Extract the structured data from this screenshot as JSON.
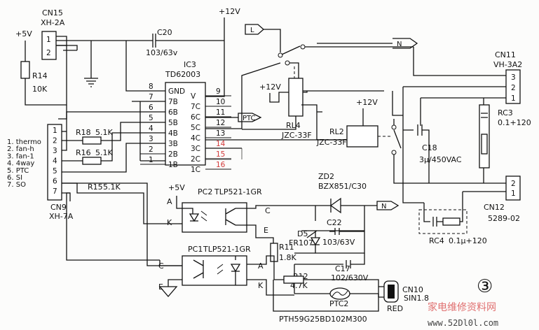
{
  "labels": {
    "cn15": "CN15",
    "cn15_type": "XH-2A",
    "plus5v_top": "+5V",
    "r14": "R14",
    "r14_val": "10K",
    "c20": "C20",
    "c20_val": "103/63v",
    "plus12v_top": "+12V",
    "ic3": "IC3",
    "ic3_part": "TD62003",
    "ic_gnd": "GND",
    "ic_v": "V",
    "ptc_tag": "PTC",
    "l_tag": "L",
    "n_tag_top": "N",
    "n_tag_bottom": "N",
    "cn11": "CN11",
    "cn11_type": "VH-3A2",
    "plus12v_rl4": "+12V",
    "rl4": "RL4",
    "rl4_part": "JZC-33F",
    "plus12v_rl2": "+12V",
    "rl2": "RL2",
    "rl2_part": "JZC-33F",
    "rc3": "RC3",
    "rc3_val": "0.1+120",
    "c18": "C18",
    "c18_val": "3μ/450VAC",
    "cn12": "CN12",
    "cn12_type": "5289-02",
    "rc4": "RC4",
    "rc4_val": "0.1μ+120",
    "r18": "R18",
    "r18_val": "5.1K",
    "r16": "R16",
    "r16_val": "5.1K",
    "r15": "R15",
    "r15_val": "5.1K",
    "cn9": "CN9",
    "cn9_type": "XH-7A",
    "plus5v_pc2": "+5V",
    "pc2": "PC2",
    "pc2_part": "TLP521-1GR",
    "pc1": "PC1",
    "pc1_part": "TLP521-1GR",
    "zd2": "ZD2",
    "zd2_part": "BZX851/C30",
    "c22": "C22",
    "d5": "D5",
    "d5_part": "FR107",
    "c22_val": "103/63V",
    "r11": "R11",
    "r11_val": "1.8K",
    "c17": "C17",
    "c17_val": "102/630V",
    "r12": "R12",
    "r12_val": "4.7K",
    "ptc2": "PTC2",
    "ptc2_part": "PTH59G25BD102M300",
    "cn10": "CN10",
    "cn10_val": "SIN1.8",
    "red": "RED",
    "pin_a1": "A",
    "pin_k1": "K",
    "pin_c1": "C",
    "pin_e1": "E",
    "pin_c2": "C",
    "pin_e2": "E",
    "pin_a2": "A",
    "pin_k2": "K",
    "circled_num": "③",
    "watermark": "家电维修资料网",
    "url": "www.52Dl0l.com"
  },
  "ic_left_pins": [
    {
      "num": "8",
      "name": "GND"
    },
    {
      "num": "7",
      "name": "7B"
    },
    {
      "num": "6",
      "name": "6B"
    },
    {
      "num": "5",
      "name": "5B"
    },
    {
      "num": "4",
      "name": "4B"
    },
    {
      "num": "3",
      "name": "3B"
    },
    {
      "num": "2",
      "name": "2B"
    },
    {
      "num": "1",
      "name": "1B"
    }
  ],
  "ic_right_pins": [
    {
      "num": "9",
      "name": "V"
    },
    {
      "num": "10",
      "name": "7C"
    },
    {
      "num": "11",
      "name": "6C"
    },
    {
      "num": "12",
      "name": "5C"
    },
    {
      "num": "13",
      "name": "4C"
    },
    {
      "num": "14",
      "name": "3C"
    },
    {
      "num": "15",
      "name": "2C"
    },
    {
      "num": "16",
      "name": "1C"
    }
  ],
  "cn9_pins": [
    "1",
    "2",
    "3",
    "4",
    "5",
    "6",
    "7"
  ],
  "cn9_signals": [
    "1. thermo",
    "2. fan-h",
    "3. fan-1",
    "4. 4way",
    "5. PTC",
    "6. SI",
    "7. SO"
  ],
  "cn15_pins": [
    "1",
    "2"
  ],
  "cn11_pins": [
    "1",
    "2",
    "3"
  ],
  "cn12_pins": [
    "2",
    "1"
  ]
}
